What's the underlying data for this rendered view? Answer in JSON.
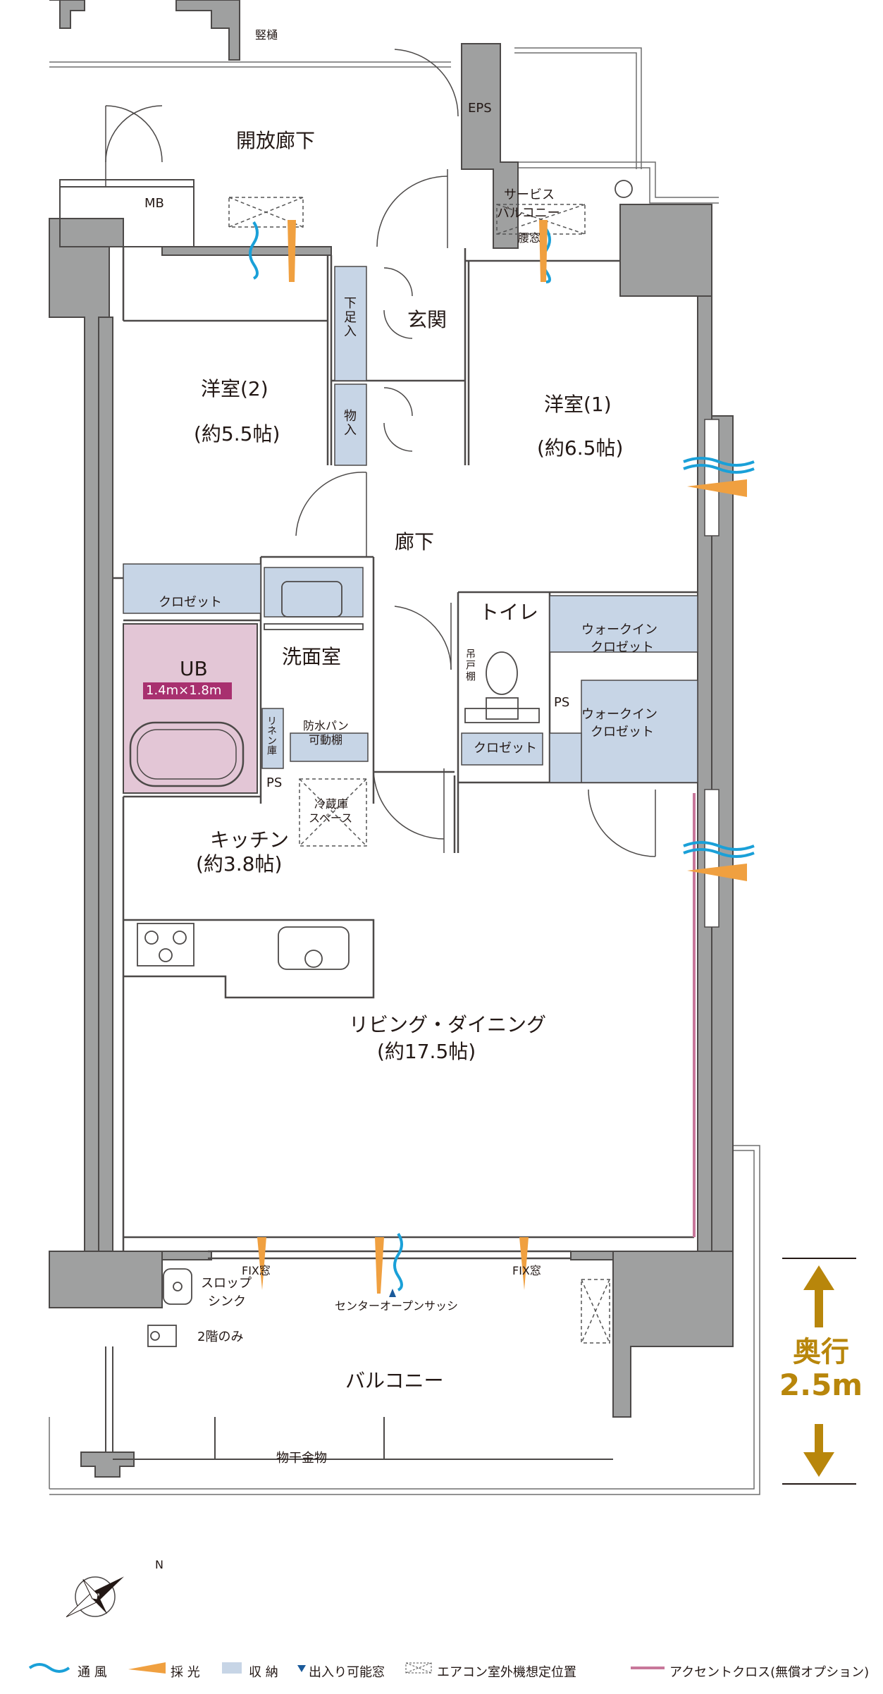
{
  "labels": {
    "drain": "竪樋",
    "eps": "EPS",
    "open_corridor": "開放廊下",
    "mb": "MB",
    "service_balcony_1": "サービス",
    "service_balcony_2": "バルコニー",
    "window_waist": "腰窓",
    "shoe_storage": "下足入",
    "entrance": "玄関",
    "western_room_2": "洋室(2)",
    "western_room_2_size": "(約5.5帖)",
    "storage": "物入",
    "western_room_1": "洋室(1)",
    "western_room_1_size": "(約6.5帖)",
    "hallway": "廊下",
    "closet_1": "クロゼット",
    "washroom": "洗面室",
    "toilet": "トイレ",
    "hanging_shelf": "吊戸棚",
    "walk_in_closet_1a": "ウォークイン",
    "walk_in_closet_1b": "クロゼット",
    "walk_in_closet_2a": "ウォークイン",
    "walk_in_closet_2b": "クロゼット",
    "ub": "UB",
    "ub_size": "1.4m×1.8m",
    "linen": "リネン庫",
    "waterproof_pan_1": "防水パン",
    "waterproof_pan_2": "可動棚",
    "ps_1": "PS",
    "ps_2": "PS",
    "closet_2": "クロゼット",
    "fridge_1": "冷蔵庫",
    "fridge_2": "スペース",
    "kitchen": "キッチン",
    "kitchen_size": "(約3.8帖)",
    "living": "リビング・ダイニング",
    "living_size": "(約17.5帖)",
    "fix_window_left": "FIX窓",
    "fix_window_right": "FIX窓",
    "center_open_sash": "センターオープンサッシ",
    "slop_sink_1": "スロップ",
    "slop_sink_2": "シンク",
    "second_floor_only": "2階のみ",
    "balcony": "バルコニー",
    "laundry_hanger": "物干金物",
    "north": "N"
  },
  "depth": {
    "label": "奥行",
    "value": "2.5m"
  },
  "legend": [
    {
      "key": "wind",
      "label": "通 風",
      "color": "#1aa0d8",
      "icon": "wave-icon"
    },
    {
      "key": "light",
      "label": "採 光",
      "color": "#f0a040",
      "icon": "light-wedge-icon"
    },
    {
      "key": "storage",
      "label": "収 納",
      "color": "#c7d5e6",
      "icon": "storage-swatch-icon"
    },
    {
      "key": "door_window",
      "label": "出入り可能窓",
      "color": "#1a5a9a",
      "icon": "triangle-icon"
    },
    {
      "key": "aircon",
      "label": "エアコン室外機想定位置",
      "color": "#555555",
      "icon": "dashed-box-icon"
    },
    {
      "key": "accent",
      "label": "アクセントクロス(無償オプション)",
      "color": "#c8779a",
      "icon": "accent-line-icon"
    }
  ],
  "colors": {
    "wall": "#9fa0a0",
    "wall_stroke": "#4c4948",
    "storage_fill": "#c7d5e6",
    "ub_fill": "#e3c6d6",
    "ub_label_bg": "#a8306f",
    "accent": "#c8779a",
    "wind": "#1aa0d8",
    "light": "#f0a040",
    "depth_arrow": "#b8860b"
  }
}
